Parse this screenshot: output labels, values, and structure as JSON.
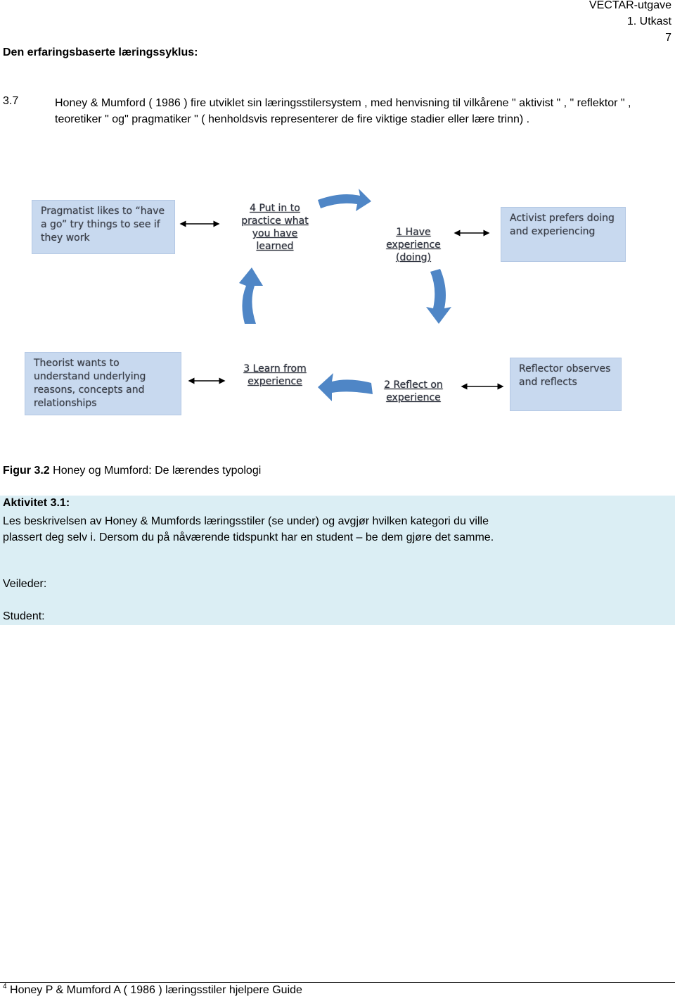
{
  "header": {
    "doc_name": "VECTAR-utgave",
    "draft": "1. Utkast",
    "page_number": "7"
  },
  "section_title": "Den erfaringsbaserte læringssyklus:",
  "paragraph": {
    "number": "3.7",
    "text": "Honey & Mumford ( 1986 ) fire utviklet sin læringsstilersystem , med henvisning til vilkårene \" aktivist \" , \" reflektor \" , teoretiker \" og\" pragmatiker \" ( henholdsvis representerer de fire viktige stadier eller lære trinn) ."
  },
  "diagram": {
    "pragmatist_box": "Pragmatist likes to “have a go” try things to see if they work",
    "activist_box": "Activist prefers doing and experiencing",
    "theorist_box": "Theorist wants to understand underlying reasons, concepts and relationships",
    "reflector_box": "Reflector observes and reflects",
    "stage_4": [
      "4 Put in to",
      "practice what",
      "you have",
      "learned"
    ],
    "stage_1": [
      "1 Have",
      "experience",
      "(doing)"
    ],
    "stage_3": [
      "3 Learn from",
      "experience"
    ],
    "stage_2": [
      "2 Reflect on",
      "experience"
    ],
    "box_color": "#c8d9ef",
    "arrow_color": "#4f86c6"
  },
  "caption": {
    "label": "Figur 3.2",
    "text": " Honey og Mumford: De lærendes typologi"
  },
  "activity": {
    "title": "Aktivitet 3.1:",
    "body": "Les beskrivelsen av Honey & Mumfords læringsstiler (se under) og avgjør hvilken kategori du ville plassert deg selv i. Dersom du på nåværende tidspunkt har en student – be dem gjøre det samme.",
    "supervisor_label": "Veileder:",
    "student_label": "Student:",
    "background": "#dbeef4"
  },
  "footnote": {
    "marker": "4",
    "text": " Honey P & Mumford A ( 1986 ) læringsstiler hjelpere Guide"
  }
}
